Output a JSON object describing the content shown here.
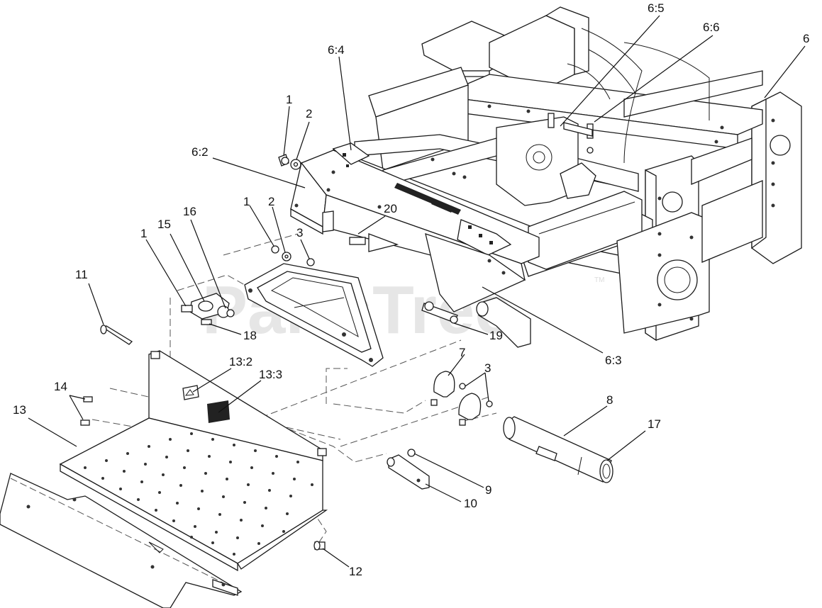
{
  "watermark": {
    "text": "PartsTree",
    "mark": "TM"
  },
  "callouts": [
    {
      "id": "c-6-5",
      "text": "6:5"
    },
    {
      "id": "c-6-6",
      "text": "6:6"
    },
    {
      "id": "c-6",
      "text": "6"
    },
    {
      "id": "c-6-4",
      "text": "6:4"
    },
    {
      "id": "c-1a",
      "text": "1"
    },
    {
      "id": "c-2a",
      "text": "2"
    },
    {
      "id": "c-6-2",
      "text": "6:2"
    },
    {
      "id": "c-1b",
      "text": "1"
    },
    {
      "id": "c-2b",
      "text": "2"
    },
    {
      "id": "c-16",
      "text": "16"
    },
    {
      "id": "c-15",
      "text": "15"
    },
    {
      "id": "c-1c",
      "text": "1"
    },
    {
      "id": "c-3a",
      "text": "3"
    },
    {
      "id": "c-20",
      "text": "20"
    },
    {
      "id": "c-11",
      "text": "11"
    },
    {
      "id": "c-18",
      "text": "18"
    },
    {
      "id": "c-19",
      "text": "19"
    },
    {
      "id": "c-6-3",
      "text": "6:3"
    },
    {
      "id": "c-13-2",
      "text": "13:2"
    },
    {
      "id": "c-13-3",
      "text": "13:3"
    },
    {
      "id": "c-7",
      "text": "7"
    },
    {
      "id": "c-3b",
      "text": "3"
    },
    {
      "id": "c-14",
      "text": "14"
    },
    {
      "id": "c-13",
      "text": "13"
    },
    {
      "id": "c-8",
      "text": "8"
    },
    {
      "id": "c-17",
      "text": "17"
    },
    {
      "id": "c-9",
      "text": "9"
    },
    {
      "id": "c-10",
      "text": "10"
    },
    {
      "id": "c-12",
      "text": "12"
    }
  ]
}
